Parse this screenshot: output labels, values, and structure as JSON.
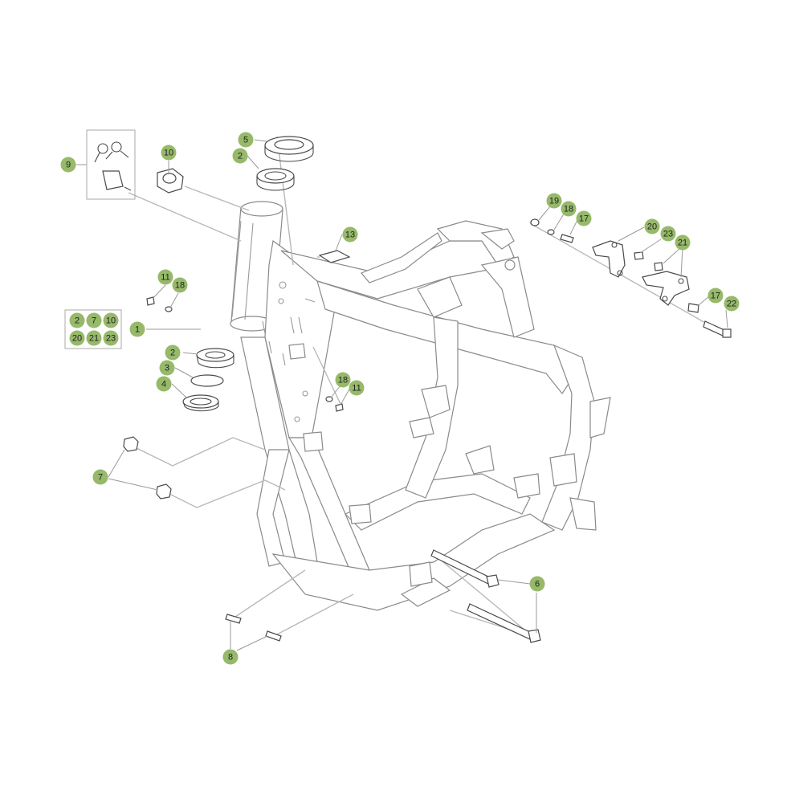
{
  "callouts": [
    {
      "id": "c-1",
      "label": "1"
    },
    {
      "id": "c-2a",
      "label": "2"
    },
    {
      "id": "c-2b",
      "label": "2"
    },
    {
      "id": "c-3",
      "label": "3"
    },
    {
      "id": "c-4",
      "label": "4"
    },
    {
      "id": "c-5",
      "label": "5"
    },
    {
      "id": "c-6",
      "label": "6"
    },
    {
      "id": "c-7",
      "label": "7"
    },
    {
      "id": "c-8",
      "label": "8"
    },
    {
      "id": "c-9",
      "label": "9"
    },
    {
      "id": "c-10",
      "label": "10"
    },
    {
      "id": "c-11a",
      "label": "11"
    },
    {
      "id": "c-11b",
      "label": "11"
    },
    {
      "id": "c-13",
      "label": "13"
    },
    {
      "id": "c-17a",
      "label": "17"
    },
    {
      "id": "c-17b",
      "label": "17"
    },
    {
      "id": "c-18a",
      "label": "18"
    },
    {
      "id": "c-18b",
      "label": "18"
    },
    {
      "id": "c-18c",
      "label": "18"
    },
    {
      "id": "c-19",
      "label": "19"
    },
    {
      "id": "c-20",
      "label": "20"
    },
    {
      "id": "c-21",
      "label": "21"
    },
    {
      "id": "c-22",
      "label": "22"
    },
    {
      "id": "c-23",
      "label": "23"
    }
  ],
  "kit_box": {
    "labels": [
      "2",
      "7",
      "10",
      "20",
      "21",
      "23"
    ]
  },
  "colors": {
    "callout_fill": "#96b96a",
    "callout_text": "#222222",
    "part_outline": "#4a4a4a",
    "frame_outline": "#8a8a8a"
  }
}
